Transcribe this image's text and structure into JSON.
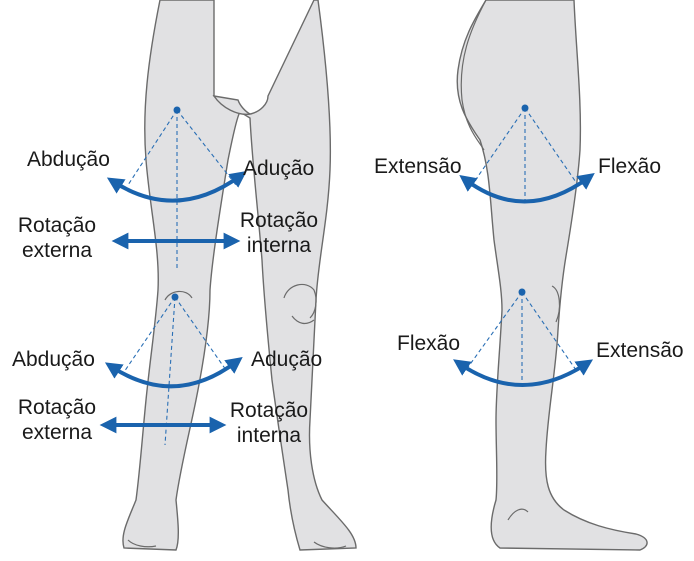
{
  "colors": {
    "accent": "#1a63ad",
    "skin": "#e1e1e3",
    "outline": "#6b6b6b",
    "text": "#1a1a1a"
  },
  "front_view": {
    "hip": {
      "abduction": "Abdução",
      "adduction": "Adução",
      "external_rotation": [
        "Rotação",
        "externa"
      ],
      "internal_rotation": [
        "Rotação",
        "interna"
      ]
    },
    "knee": {
      "abduction": "Abdução",
      "adduction": "Adução",
      "external_rotation": [
        "Rotação",
        "externa"
      ],
      "internal_rotation": [
        "Rotação",
        "interna"
      ]
    }
  },
  "side_view": {
    "hip": {
      "extension": "Extensão",
      "flexion": "Flexão"
    },
    "knee": {
      "flexion": "Flexão",
      "extension": "Extensão"
    }
  }
}
